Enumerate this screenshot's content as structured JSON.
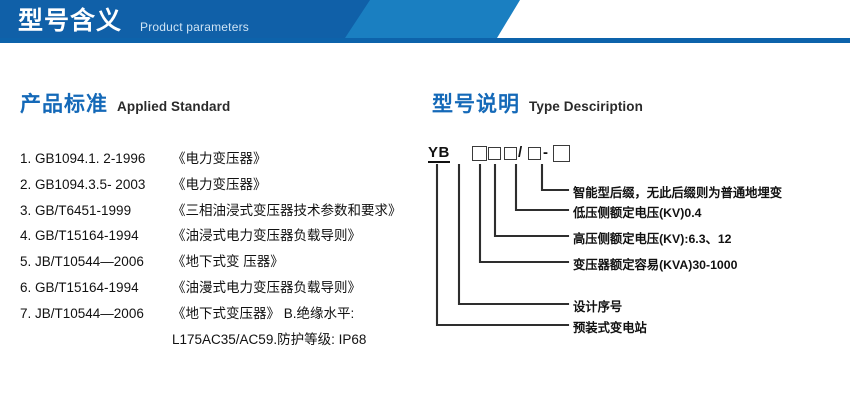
{
  "banner": {
    "title": "型号含义",
    "subtitle": "Product parameters",
    "color_dark": "#1060a8",
    "color_mid": "#1a7fc1",
    "color_rule": "#0d63ab"
  },
  "sections": {
    "left": {
      "cn": "产品标准",
      "en": "Applied Standard"
    },
    "right": {
      "cn": "型号说明",
      "en": "Type Desciription"
    }
  },
  "standards": [
    {
      "no": "1. GB1094.1. 2-1996",
      "name": "《电力变压器》"
    },
    {
      "no": "2. GB1094.3.5- 2003",
      "name": "《电力变压器》"
    },
    {
      "no": "3. GB/T6451-1999",
      "name": "《三相油浸式变压器技术参数和要求》"
    },
    {
      "no": "4. GB/T15164-1994",
      "name": "《油浸式电力变压器负载导则》"
    },
    {
      "no": "5. JB/T10544—2006",
      "name": "《地下式变 压器》"
    },
    {
      "no": "6. GB/T15164-1994",
      "name": "《油漫式电力变压器负载导则》"
    },
    {
      "no": "7. JB/T10544—2006",
      "name": "《地下式变压器》 B.绝缘水平:"
    }
  ],
  "standards_continuation": "L175AC35/AC59.防护等级: IP68",
  "type_code": {
    "prefix": "YB",
    "slash": "/",
    "dash": "-",
    "boxes": [
      "box-1",
      "box-2",
      "box-3",
      "box-4",
      "box-5"
    ]
  },
  "callouts": [
    {
      "id": "callout-smart-suffix",
      "text": "智能型后缀，无此后缀则为普通地埋变"
    },
    {
      "id": "callout-lv-voltage",
      "text": "低压侧额定电压(KV)0.4"
    },
    {
      "id": "callout-hv-voltage",
      "text": "高压侧额定电压(KV):6.3、12"
    },
    {
      "id": "callout-capacity",
      "text": "变压器额定容易(KVA)30-1000"
    },
    {
      "id": "callout-design-serial",
      "text": "设计序号"
    },
    {
      "id": "callout-substation",
      "text": "预装式变电站"
    }
  ]
}
